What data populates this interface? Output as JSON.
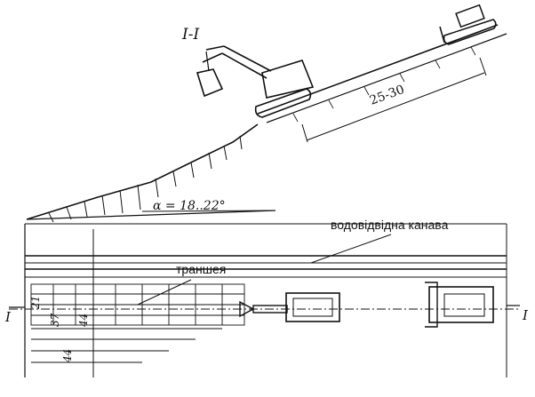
{
  "section": {
    "title": "I-I",
    "distance_label": "25-30",
    "angle_label": "α = 18..22°"
  },
  "plan": {
    "drainage_ditch_label": "водовідвідна канава",
    "trench_label": "траншея",
    "section_mark_left": "I",
    "section_mark_right": "I",
    "dimensions": [
      "21",
      "37",
      "44",
      "44"
    ]
  }
}
